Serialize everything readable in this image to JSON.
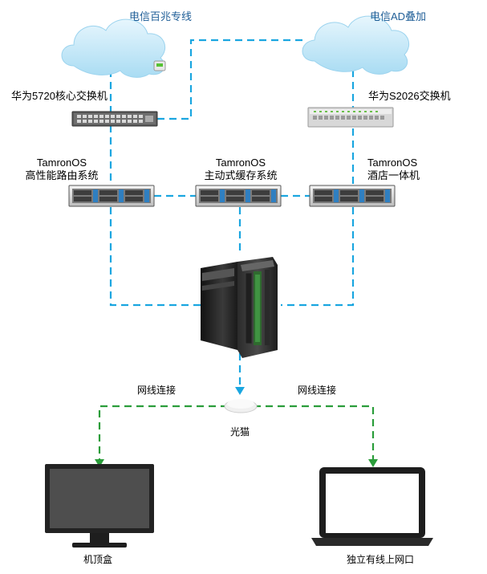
{
  "clouds": {
    "left_label": "电信百兆专线",
    "right_label": "电信AD叠加"
  },
  "switches": {
    "left_label": "华为5720核心交换机",
    "right_label": "华为S2026交换机"
  },
  "routers": {
    "left_line1": "TamronOS",
    "left_line2": "高性能路由系统",
    "center_line1": "TamronOS",
    "center_line2": "主动式缓存系统",
    "right_line1": "TamronOS",
    "right_line2": "酒店一体机"
  },
  "modem": {
    "label": "光猫",
    "left_link": "网线连接",
    "right_link": "网线连接"
  },
  "endpoints": {
    "monitor_label": "机顶盒",
    "laptop_label": "独立有线上网口"
  },
  "colors": {
    "blue_link": "#1aa6e0",
    "green_link": "#2a9d3a",
    "cloud": "#bfe6f7",
    "label_blue": "#1f5e97"
  }
}
